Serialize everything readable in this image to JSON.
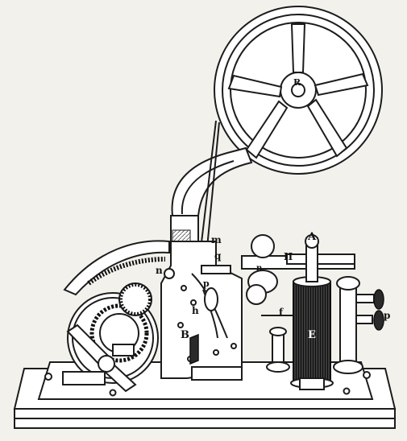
{
  "labels": {
    "R": "R",
    "m": "m",
    "q": "q",
    "II": "II",
    "A": "A",
    "n_left": "n",
    "n_small": "n",
    "p_inner": "p",
    "h": "h",
    "f": "f",
    "E": "E",
    "p_outer": "p",
    "B": "B"
  },
  "colors": {
    "paper": "#f3f1ec",
    "ink": "#1c1c1c"
  }
}
